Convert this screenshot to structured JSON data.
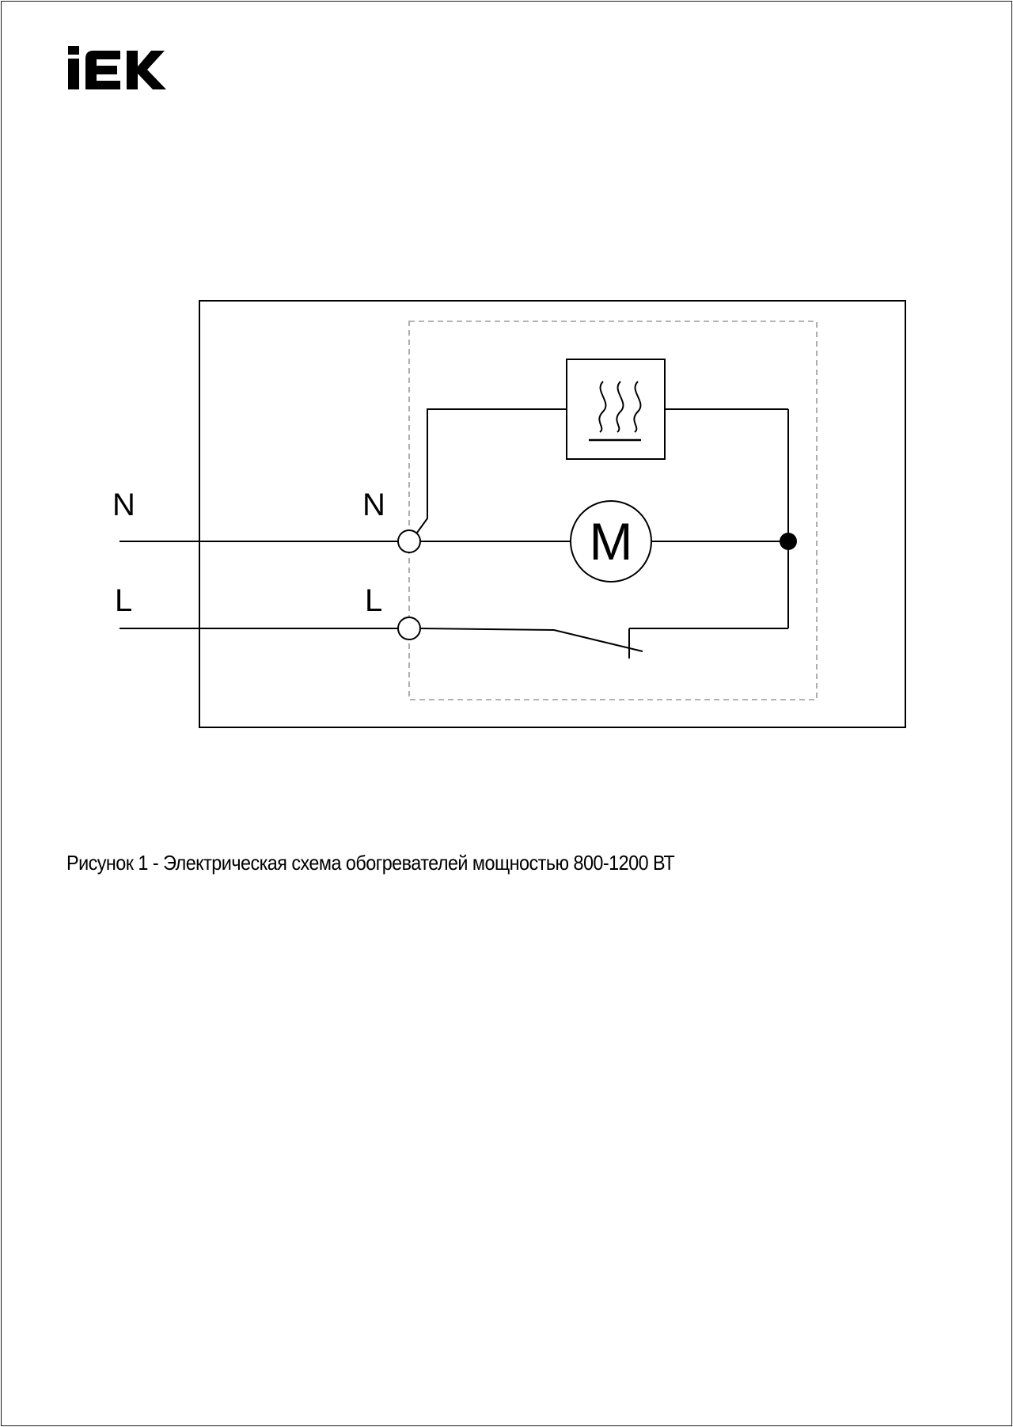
{
  "brand": {
    "logo_text": "IEK",
    "color": "#000000"
  },
  "diagram": {
    "supply_labels": {
      "neutral": "N",
      "line": "L"
    },
    "terminal_labels": {
      "neutral": "N",
      "line": "L"
    },
    "motor_label": "M",
    "heater_icon": "heating-element-icon",
    "switch_icon": "switch-icon",
    "line_color": "#000000",
    "enclosure_dash_color": "#9a9a9a"
  },
  "caption": "Рисунок 1 - Электрическая схема обогревателей мощностью 800-1200 ВТ"
}
